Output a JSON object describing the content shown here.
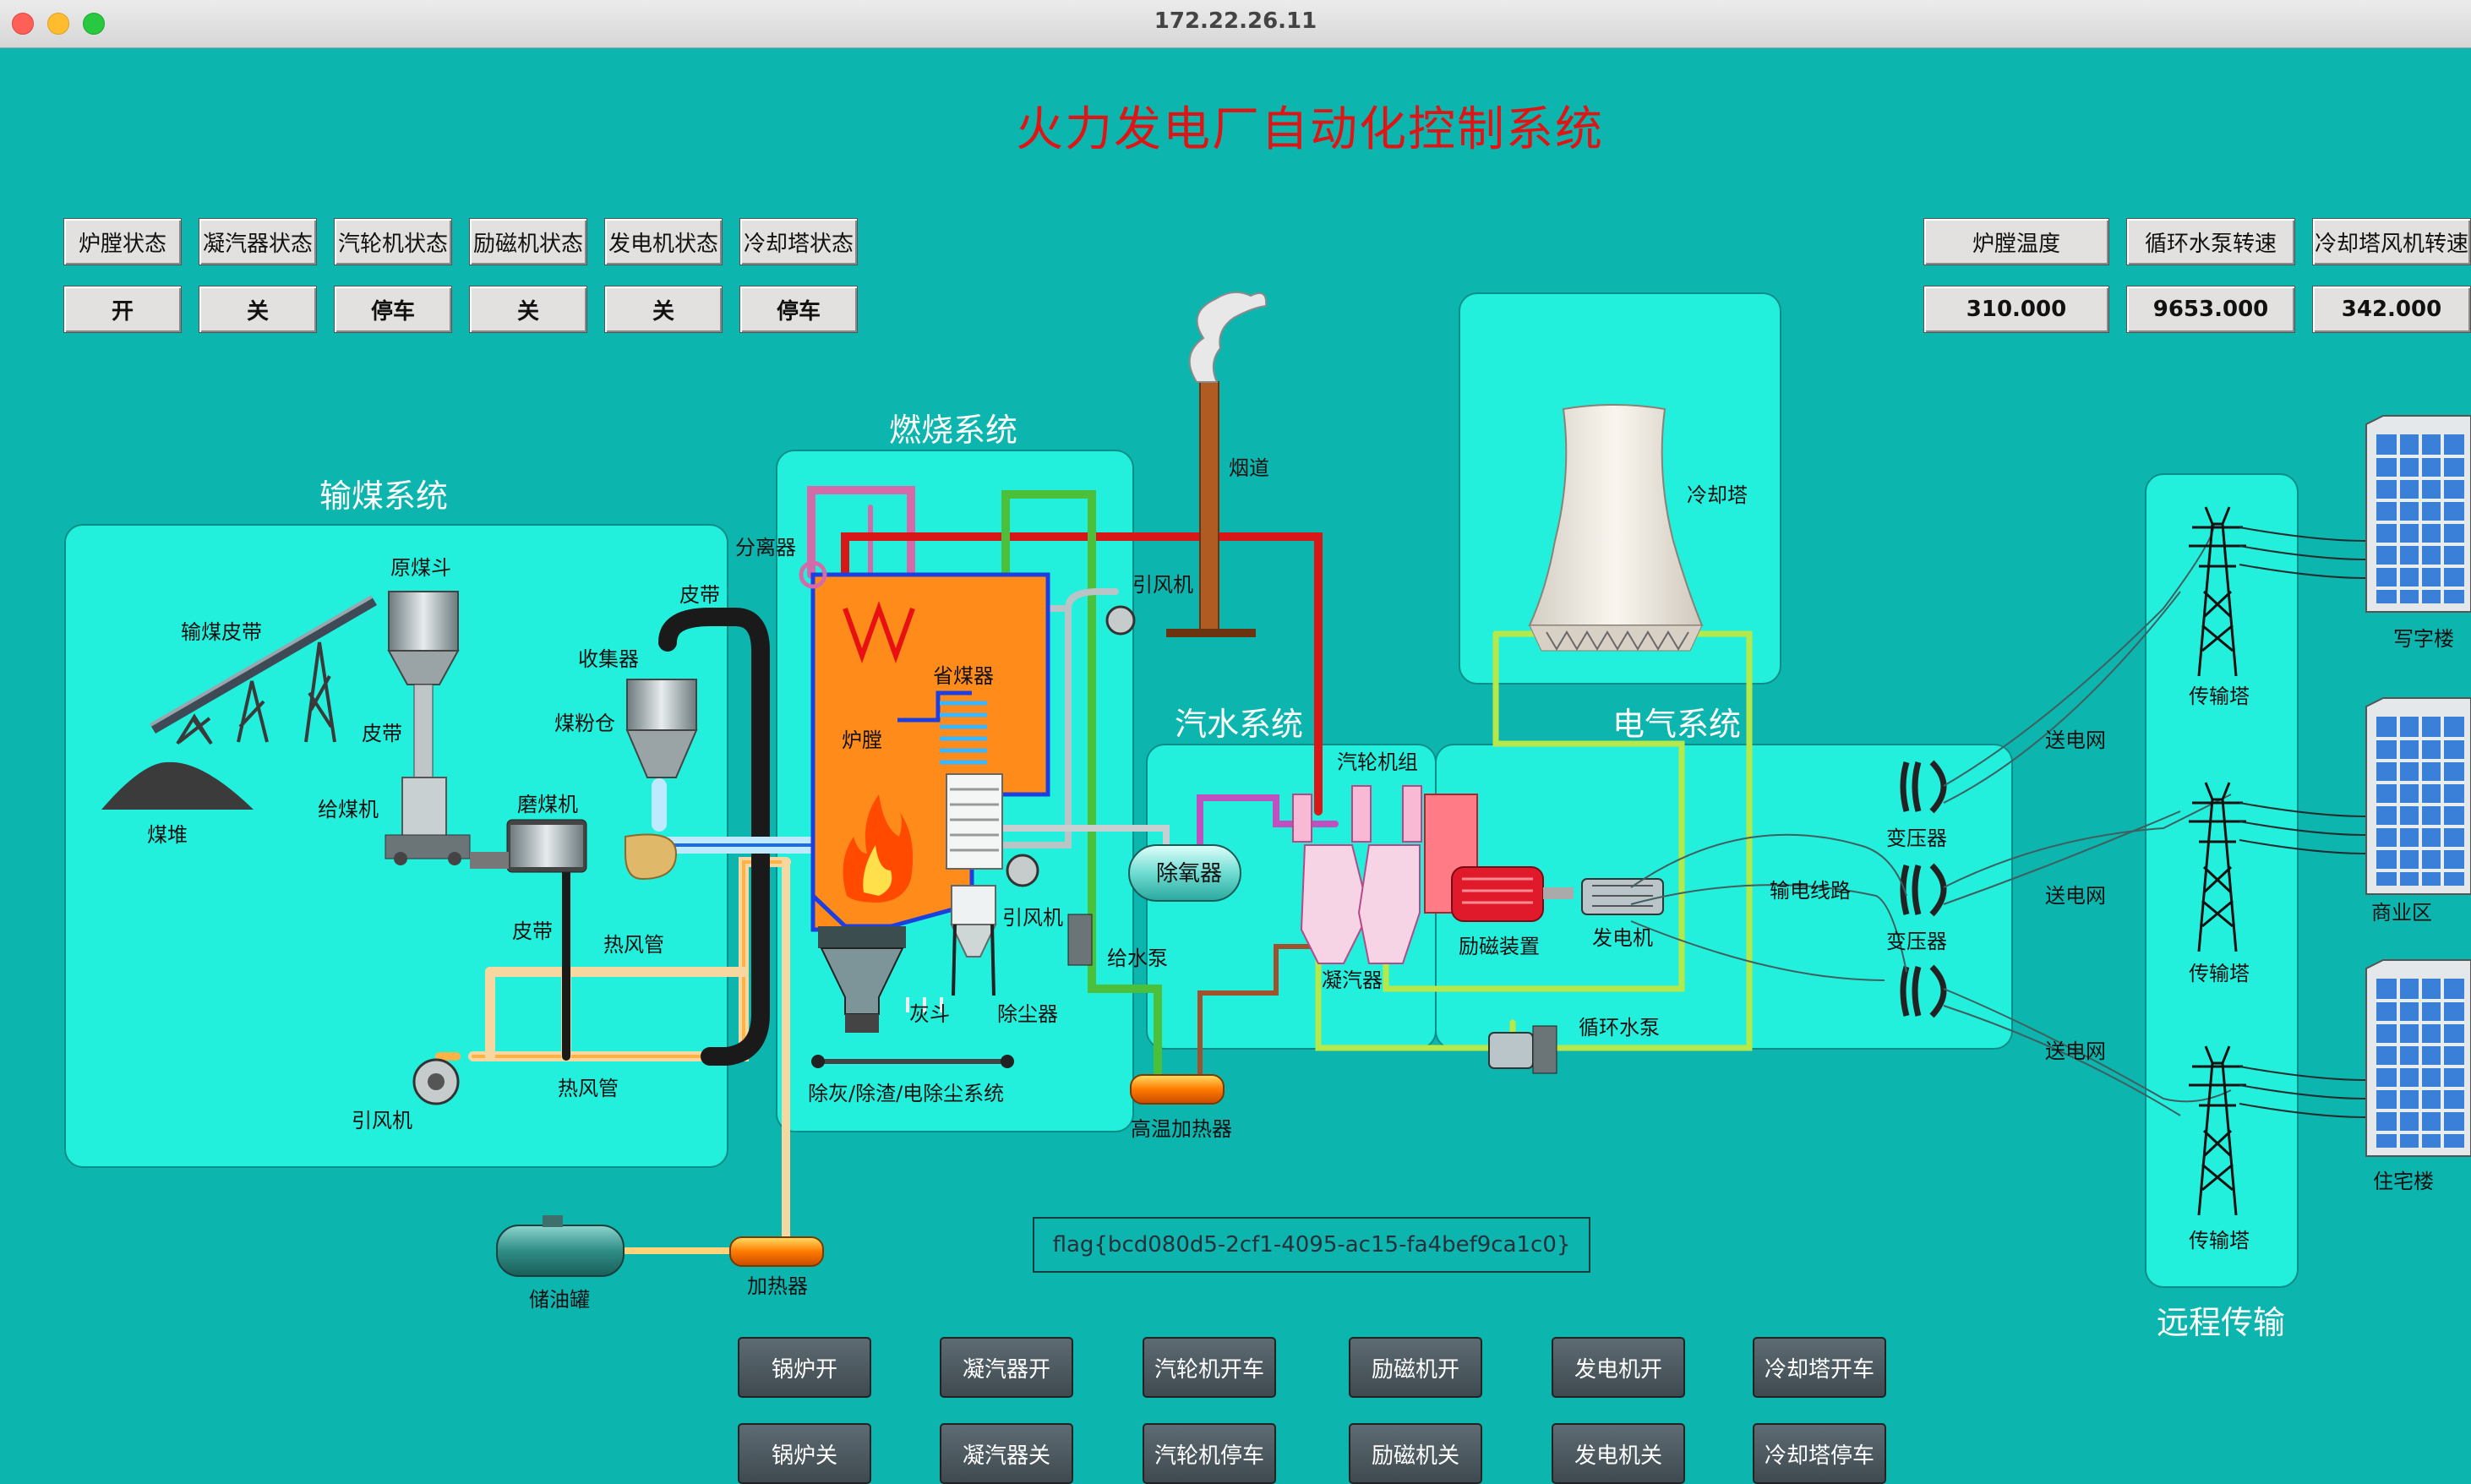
{
  "window": {
    "title": "172.22.26.11"
  },
  "page_title": "火力发电厂自动化控制系统",
  "status": {
    "labels": [
      "炉膛状态",
      "凝汽器状态",
      "汽轮机状态",
      "励磁机状态",
      "发电机状态",
      "冷却塔状态"
    ],
    "values": [
      "开",
      "关",
      "停车",
      "关",
      "关",
      "停车"
    ]
  },
  "readings": {
    "labels": [
      "炉膛温度",
      "循环水泵转速",
      "冷却塔风机转速"
    ],
    "values": [
      "310.000",
      "9653.000",
      "342.000"
    ]
  },
  "sections": {
    "coal": "输煤系统",
    "combustion": "燃烧系统",
    "steam": "汽水系统",
    "electric": "电气系统",
    "remote": "远程传输"
  },
  "labels": {
    "raw_hopper": "原煤斗",
    "conveyor_belt": "输煤皮带",
    "belt1": "皮带",
    "coal_pile": "煤堆",
    "feeder": "给煤机",
    "mill": "磨煤机",
    "belt2": "皮带",
    "hot_air_pipe1": "热风管",
    "hot_air_pipe2": "热风管",
    "fan1": "引风机",
    "collector": "收集器",
    "coal_bin": "煤粉仓",
    "belt3": "皮带",
    "separator": "分离器",
    "furnace": "炉膛",
    "economizer": "省煤器",
    "ash_hopper": "灰斗",
    "dust_collector": "除尘器",
    "fan2": "引风机",
    "ash_system": "除灰/除渣/电除尘系统",
    "chimney": "烟道",
    "fan3": "引风机",
    "deaerator": "除氧器",
    "feed_pump": "给水泵",
    "hp_heater": "高温加热器",
    "turbine": "汽轮机组",
    "condenser": "凝汽器",
    "exciter": "励磁装置",
    "generator": "发电机",
    "circ_pump": "循环水泵",
    "cooling_tower": "冷却塔",
    "transformer1": "变压器",
    "transformer2": "变压器",
    "line": "输电线路",
    "grid1": "送电网",
    "grid2": "送电网",
    "grid3": "送电网",
    "tower1": "传输塔",
    "tower2": "传输塔",
    "tower3": "传输塔",
    "office": "写字楼",
    "commercial": "商业区",
    "residential": "住宅楼",
    "oil_tank": "储油罐",
    "heater": "加热器"
  },
  "flag": "flag{bcd080d5-2cf1-4095-ac15-fa4bef9ca1c0}",
  "controls": {
    "row1": [
      "锅炉开",
      "凝汽器开",
      "汽轮机开车",
      "励磁机开",
      "发电机开",
      "冷却塔开车"
    ],
    "row2": [
      "锅炉关",
      "凝汽器关",
      "汽轮机停车",
      "励磁机关",
      "发电机关",
      "冷却塔停车"
    ]
  },
  "colors": {
    "background": "#0cb5ae",
    "panel": "#22f0dc",
    "title": "#e01414",
    "furnace": "#ff8c1a"
  }
}
